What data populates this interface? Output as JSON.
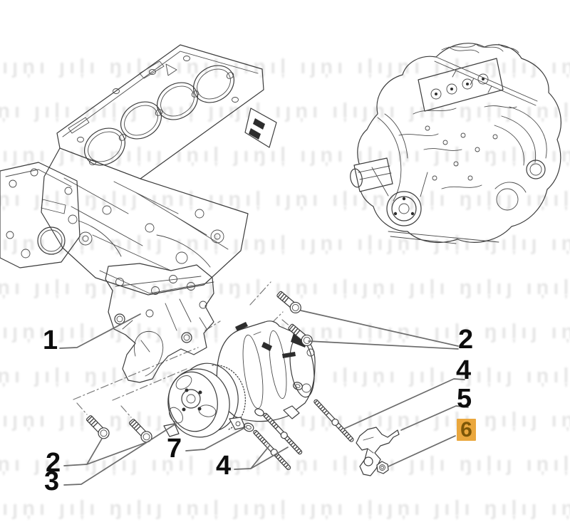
{
  "diagram": {
    "callouts": {
      "c1": {
        "label": "1",
        "highlighted": false
      },
      "c2_left": {
        "label": "2",
        "highlighted": false
      },
      "c3": {
        "label": "3",
        "highlighted": false
      },
      "c7": {
        "label": "7",
        "highlighted": false
      },
      "c4_bottom": {
        "label": "4",
        "highlighted": false
      },
      "c2_right": {
        "label": "2",
        "highlighted": false
      },
      "c4_right": {
        "label": "4",
        "highlighted": false
      },
      "c5": {
        "label": "5",
        "highlighted": false
      },
      "c6": {
        "label": "6",
        "highlighted": true
      }
    },
    "colors": {
      "highlight_bg": "#EAA73D",
      "highlight_text": "#7C5607",
      "line_art": "#3B3B3B",
      "leader": "#6B6B6B",
      "background": "#FFFFFF",
      "watermark": "#8F8F8F"
    },
    "watermark": {
      "glyphs": "ıļıȷņı ȷıļı ŋıļıȷ ıņıļ ȷıŋıļ ıȷņı",
      "rows": 11
    }
  }
}
